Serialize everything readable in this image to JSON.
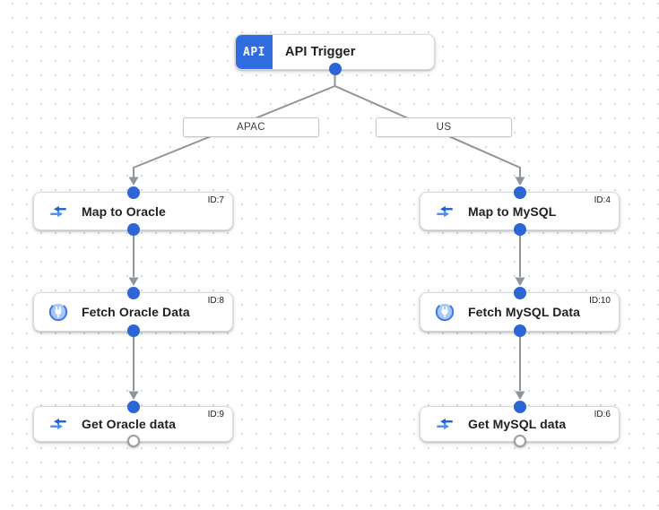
{
  "canvas": {
    "trigger": {
      "badge": "API",
      "title": "API Trigger"
    },
    "branches": [
      {
        "label": "APAC"
      },
      {
        "label": "US"
      }
    ],
    "nodes": [
      {
        "title": "Map to Oracle",
        "id_label": "ID:7",
        "icon": "data-mapping-icon"
      },
      {
        "title": "Fetch Oracle Data",
        "id_label": "ID:8",
        "icon": "connector-icon"
      },
      {
        "title": "Get Oracle data",
        "id_label": "ID:9",
        "icon": "data-mapping-icon"
      },
      {
        "title": "Map to MySQL",
        "id_label": "ID:4",
        "icon": "data-mapping-icon"
      },
      {
        "title": "Fetch MySQL Data",
        "id_label": "ID:10",
        "icon": "connector-icon"
      },
      {
        "title": "Get MySQL data",
        "id_label": "ID:6",
        "icon": "data-mapping-icon"
      }
    ],
    "colors": {
      "accent_blue": "#2c66d6",
      "badge_blue": "#2e6ce0",
      "edge_gray": "#8e959d",
      "icon_blue_dark": "#1a64d6",
      "icon_blue_light": "#4e8df0"
    }
  }
}
